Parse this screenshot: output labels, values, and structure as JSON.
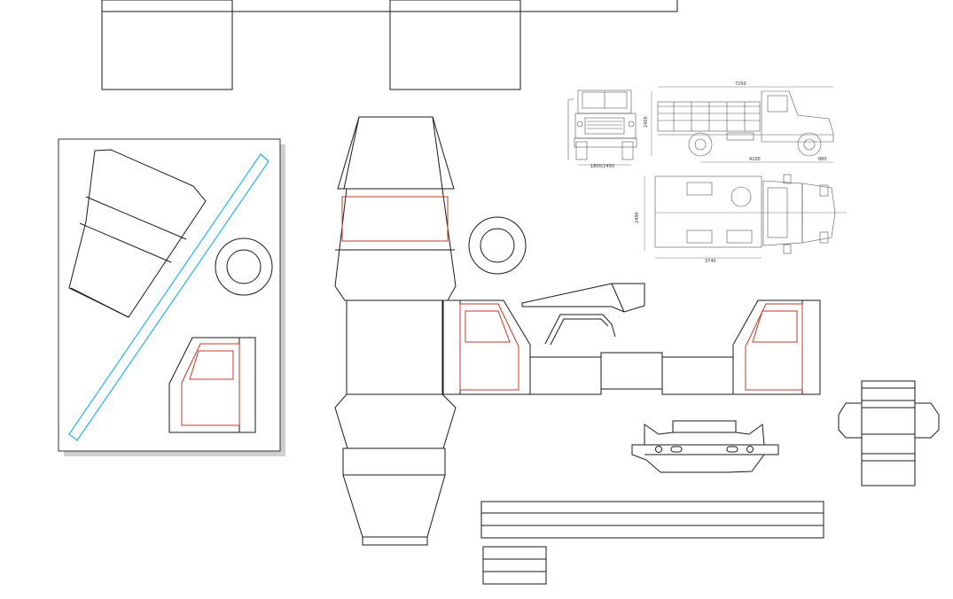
{
  "sheet": {
    "background": "#ffffff",
    "line_color": "#1a1a1a",
    "window_outline_color": "#c0392b",
    "fold_guide_color": "#2bb3e0",
    "panel_shadow_color": "#cfcfcf"
  },
  "drawings": {
    "front_view": {
      "width_label": "1800/2450"
    },
    "side_view": {
      "length_label": "7250",
      "height_label": "2405",
      "wheelbase_label": "4200",
      "overhang_label": "880"
    },
    "top_view": {
      "width_label": "2490",
      "length_label": "3740"
    }
  }
}
